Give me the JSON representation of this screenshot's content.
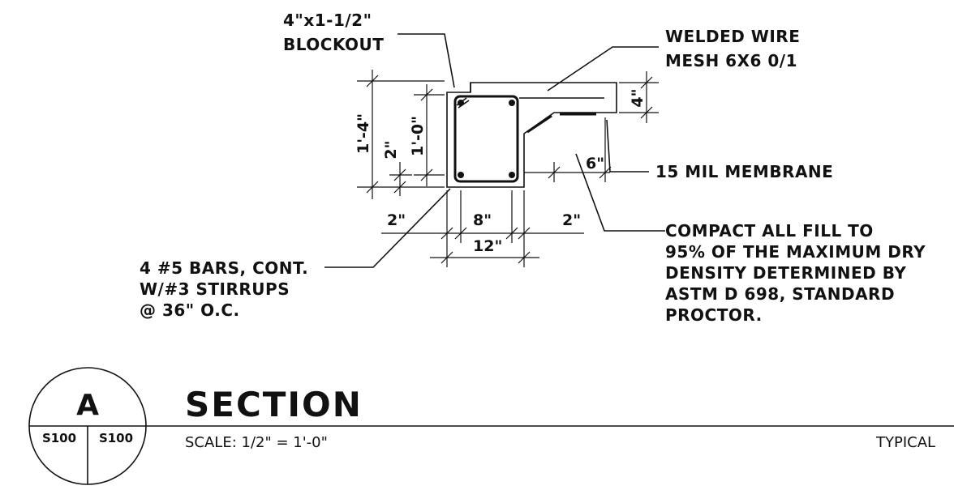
{
  "notes": {
    "blockout_line1": "4\"x1-1/2\"",
    "blockout_line2": "BLOCKOUT",
    "mesh_line1": "WELDED WIRE",
    "mesh_line2": "MESH 6X6 0/1",
    "membrane": "15 MIL MEMBRANE",
    "bars_line1": "4 #5 BARS, CONT.",
    "bars_line2": "W/#3 STIRRUPS",
    "bars_line3": "@ 36\" O.C.",
    "fill_line1": "COMPACT ALL FILL TO",
    "fill_line2": "95% OF THE MAXIMUM DRY",
    "fill_line3": "DENSITY DETERMINED BY",
    "fill_line4": "ASTM D 698, STANDARD",
    "fill_line5": "PROCTOR."
  },
  "dimensions": {
    "total_height": "1'-4\"",
    "cover_bottom": "2\"",
    "inner_height": "1'-0\"",
    "slab_thickness": "4\"",
    "bottom_left": "2\"",
    "inner_width": "8\"",
    "bottom_right": "2\"",
    "total_width": "12\"",
    "haunch_offset": "6\""
  },
  "title_block": {
    "detail_letter": "A",
    "sheet_ref_left": "S100",
    "sheet_ref_right": "S100",
    "title": "SECTION",
    "scale": "SCALE:   1/2\" = 1'-0\"",
    "typical": "TYPICAL"
  },
  "colors": {
    "ink": "#111111",
    "concrete": "#e4e4e4"
  }
}
